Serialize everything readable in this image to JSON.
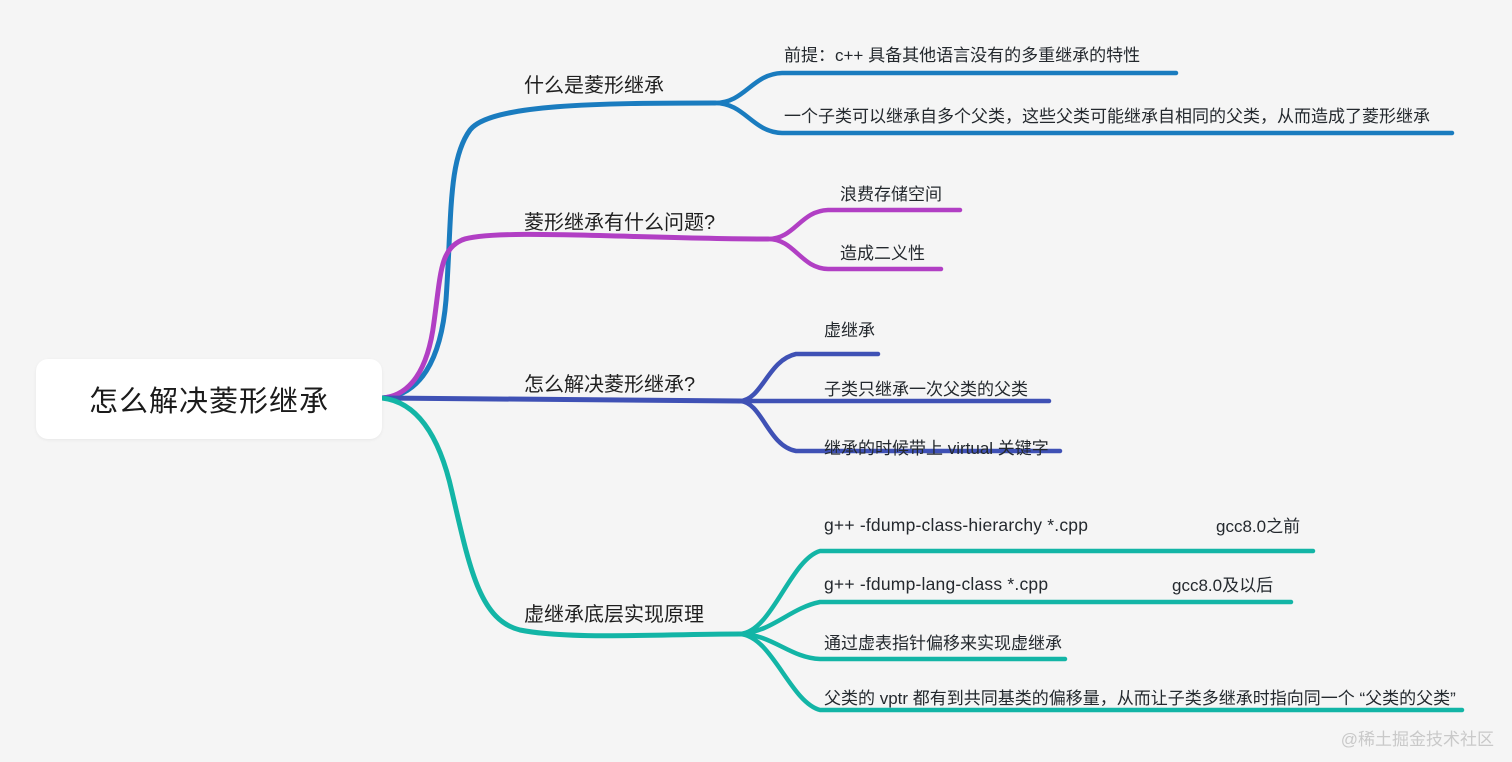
{
  "background_color": "#f5f5f5",
  "root": {
    "label": "怎么解决菱形继承",
    "card_color": "#ffffff"
  },
  "watermark": "@稀土掘金技术社区",
  "branches": [
    {
      "label": "什么是菱形继承",
      "color": "#1a7cbf",
      "children": [
        {
          "label": "前提：c++ 具备其他语言没有的多重继承的特性",
          "tag": ""
        },
        {
          "label": "一个子类可以继承自多个父类，这些父类可能继承自相同的父类，从而造成了菱形继承",
          "tag": ""
        }
      ]
    },
    {
      "label": "菱形继承有什么问题?",
      "color": "#b13fc4",
      "children": [
        {
          "label": "浪费存储空间",
          "tag": ""
        },
        {
          "label": "造成二义性",
          "tag": ""
        }
      ]
    },
    {
      "label": "怎么解决菱形继承?",
      "color": "#3f51b5",
      "children": [
        {
          "label": "虚继承",
          "tag": ""
        },
        {
          "label": "子类只继承一次父类的父类",
          "tag": ""
        },
        {
          "label": "继承的时候带上 virtual 关键字",
          "tag": ""
        }
      ]
    },
    {
      "label": "虚继承底层实现原理",
      "color": "#13b5a6",
      "children": [
        {
          "label": "g++ -fdump-class-hierarchy *.cpp",
          "tag": "gcc8.0之前"
        },
        {
          "label": "g++ -fdump-lang-class *.cpp",
          "tag": "gcc8.0及以后"
        },
        {
          "label": "通过虚表指针偏移来实现虚继承",
          "tag": ""
        },
        {
          "label": "父类的 vptr 都有到共同基类的偏移量，从而让子类多继承时指向同一个 “父类的父类”",
          "tag": ""
        }
      ]
    }
  ]
}
